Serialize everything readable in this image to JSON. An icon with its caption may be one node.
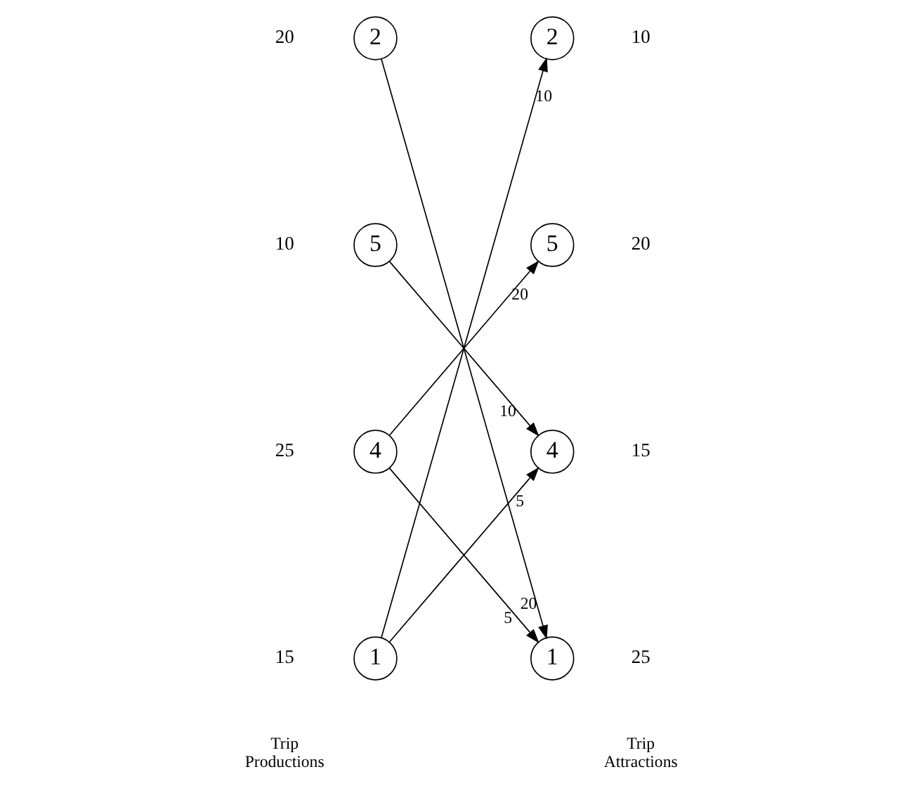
{
  "diagram": {
    "nodes": [
      {
        "text": [
          "1"
        ],
        "beside": [
          "15"
        ]
      },
      {
        "text": [
          "2"
        ],
        "beside": [
          "20"
        ]
      },
      {
        "text": [
          "4"
        ],
        "beside": [
          "25"
        ]
      },
      {
        "text": [
          "5"
        ],
        "beside": [
          "10"
        ]
      },
      {
        "text": [
          "1"
        ],
        "beside": [
          "25"
        ]
      },
      {
        "text": [
          "2"
        ],
        "beside": [
          "10"
        ]
      },
      {
        "text": [
          "4"
        ],
        "beside": [
          "15"
        ]
      },
      {
        "text": [
          "5"
        ],
        "beside": [
          "20"
        ]
      }
    ],
    "edges": [
      {
        "from": 0,
        "to": 5,
        "arrow": "to",
        "label": "10"
      },
      {
        "from": 0,
        "to": 6,
        "arrow": "to",
        "label": "5"
      },
      {
        "from": 1,
        "to": 4,
        "arrow": "to",
        "label": "20"
      },
      {
        "from": 2,
        "to": 4,
        "arrow": "to",
        "label": "5"
      },
      {
        "from": 2,
        "to": 7,
        "arrow": "to",
        "label": "20"
      },
      {
        "from": 3,
        "to": 6,
        "arrow": "to",
        "label": "10"
      }
    ],
    "labels": [
      "Trip Productions",
      "Trip Attractions"
    ]
  }
}
